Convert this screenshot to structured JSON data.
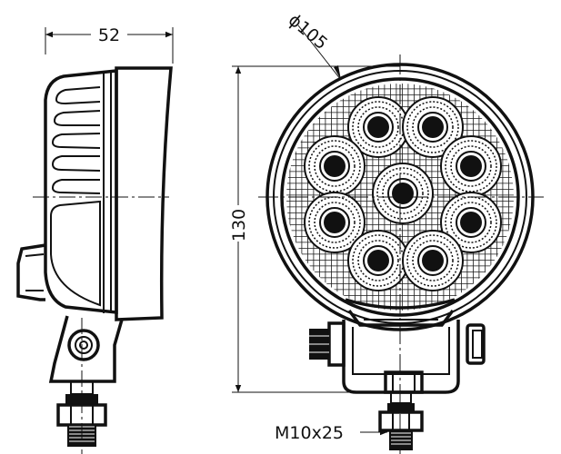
{
  "dimensions": {
    "width_label": "52",
    "diameter_label": "ϕ105",
    "height_label": "130",
    "bolt_label": "M10x25"
  },
  "colors": {
    "line": "#111111",
    "background": "#ffffff",
    "lens_mesh": "#1a1a1a"
  }
}
